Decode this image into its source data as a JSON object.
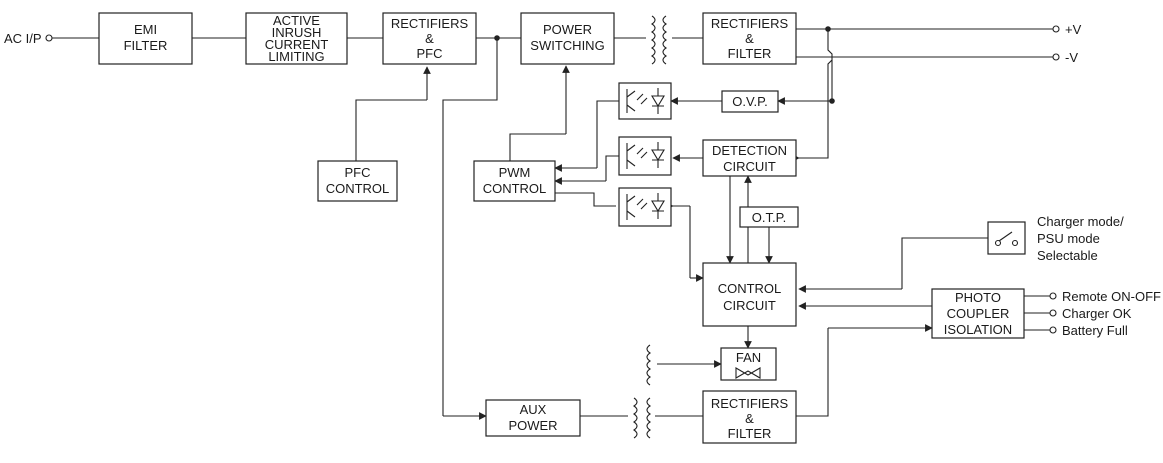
{
  "inputs": {
    "ac_input": "AC I/P"
  },
  "outputs": {
    "pos": "+V",
    "neg": "-V"
  },
  "blocks": {
    "emi_filter": [
      "EMI",
      "FILTER"
    ],
    "active_inrush": [
      "ACTIVE",
      "INRUSH",
      "CURRENT",
      "LIMITING"
    ],
    "rect_pfc": [
      "RECTIFIERS",
      "&",
      "PFC"
    ],
    "power_switching": [
      "POWER",
      "SWITCHING"
    ],
    "rect_filter_main": [
      "RECTIFIERS",
      "&",
      "FILTER"
    ],
    "pfc_control": [
      "PFC",
      "CONTROL"
    ],
    "pwm_control": [
      "PWM",
      "CONTROL"
    ],
    "ovp": "O.V.P.",
    "detection": [
      "DETECTION",
      "CIRCUIT"
    ],
    "otp": "O.T.P.",
    "control_circuit": [
      "CONTROL",
      "CIRCUIT"
    ],
    "photo_coupler": [
      "PHOTO",
      "COUPLER",
      "ISOLATION"
    ],
    "fan": "FAN",
    "aux_power": [
      "AUX",
      "POWER"
    ],
    "rect_filter_aux": [
      "RECTIFIERS",
      "&",
      "FILTER"
    ]
  },
  "switch_label": [
    "Charger mode/",
    "PSU mode",
    "Selectable"
  ],
  "signals": [
    "Remote ON-OFF",
    "Charger OK",
    "Battery Full"
  ]
}
